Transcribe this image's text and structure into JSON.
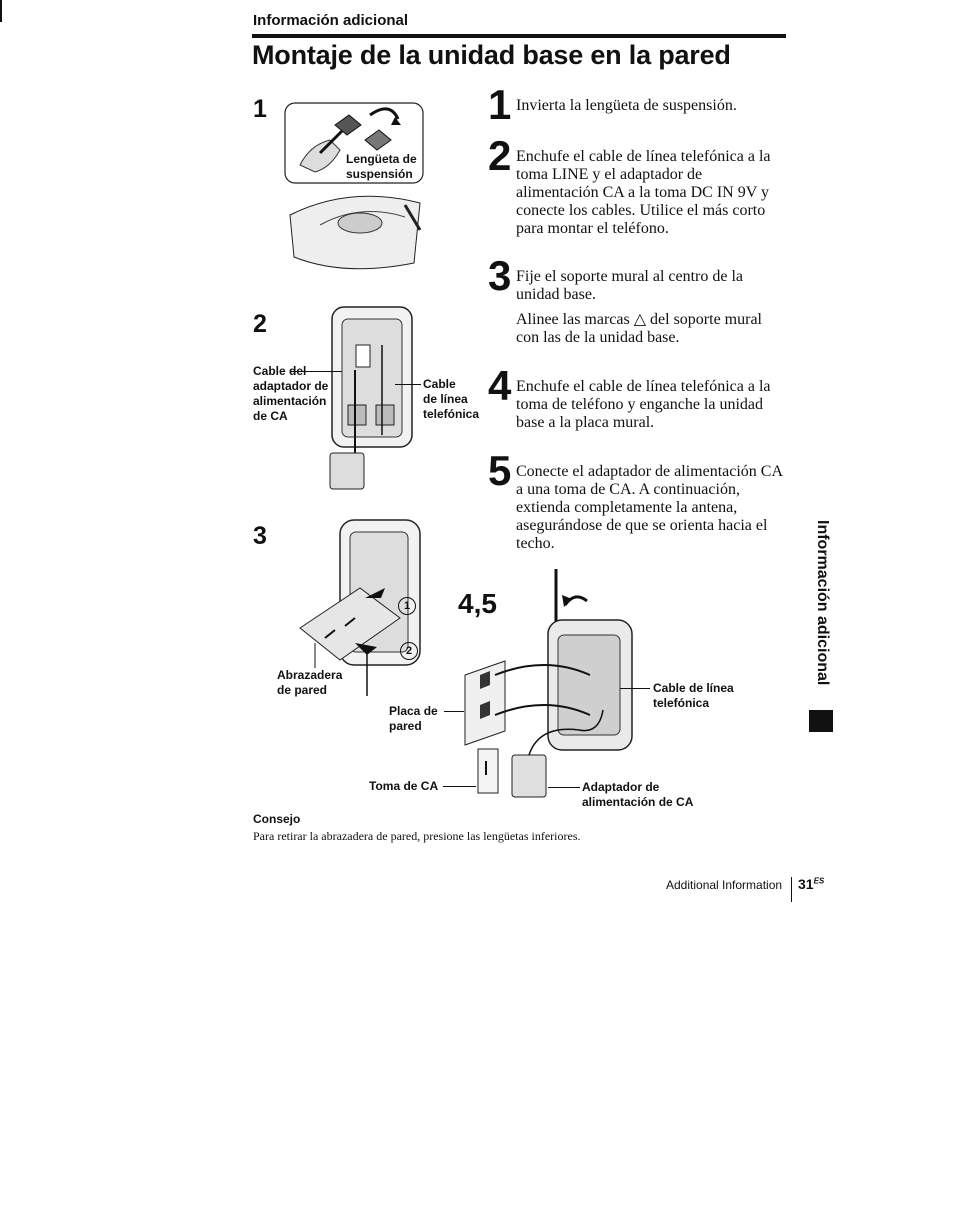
{
  "header": {
    "section": "Información adicional",
    "title": "Montaje de la unidad base en la pared"
  },
  "figures": {
    "fig1": {
      "number": "1",
      "callout": "Lengüeta de\nsuspensión"
    },
    "fig2": {
      "number": "2",
      "left_label": "Cable del\nadaptador de\nalimentación\nde CA",
      "right_label": "Cable\nde línea\ntelefónica"
    },
    "fig3": {
      "number": "3",
      "clamp_label": "Abrazadera\nde pared",
      "marker1": "1",
      "marker2": "2"
    },
    "fig45": {
      "number": "4,5",
      "wall_plate": "Placa de\npared",
      "phone_cable": "Cable de línea\ntelefónica",
      "ac_outlet": "Toma de CA",
      "ac_adapter": "Adaptador de\nalimentación de CA"
    }
  },
  "steps": [
    {
      "num": "1",
      "paragraphs": [
        "Invierta la lengüeta de suspensión."
      ]
    },
    {
      "num": "2",
      "paragraphs": [
        "Enchufe el cable de línea telefónica a la toma LINE y el adaptador de alimentación CA a la toma DC IN 9V y conecte los cables. Utilice el más corto para montar el teléfono."
      ]
    },
    {
      "num": "3",
      "paragraphs": [
        "Fije el soporte mural al centro de la unidad base.",
        "Alinee las marcas △ del soporte mural con las de la unidad base."
      ]
    },
    {
      "num": "4",
      "paragraphs": [
        "Enchufe el cable de línea telefónica a la toma de teléfono y enganche la unidad base a la placa mural."
      ]
    },
    {
      "num": "5",
      "paragraphs": [
        "Conecte el adaptador de alimentación CA a una toma de CA. A continuación, extienda completamente la antena, asegurándose de que se orienta hacia el techo."
      ]
    }
  ],
  "tip": {
    "title": "Consejo",
    "text": "Para retirar la abrazadera de pared, presione las lengüetas inferiores."
  },
  "side_tab": "Información adicional",
  "footer": {
    "label": "Additional Information",
    "page": "31",
    "suffix": "ES"
  }
}
